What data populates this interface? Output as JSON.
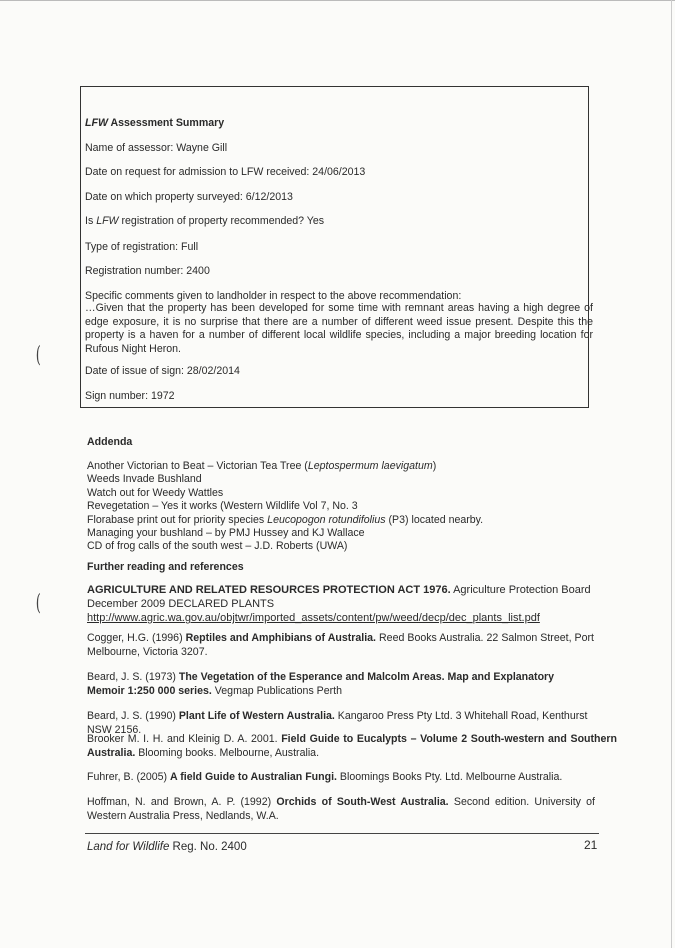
{
  "assessment": {
    "title_italic": "LFW",
    "title_rest": " Assessment Summary",
    "assessor": "Name of assessor: Wayne Gill",
    "date_request": "Date on request for admission to LFW received: 24/06/2013",
    "date_surveyed": "Date on which property surveyed: 6/12/2013",
    "recommended_pre": "Is ",
    "recommended_italic": "LFW",
    "recommended_post": " registration of property recommended? Yes",
    "type": "Type of registration: Full",
    "reg_number": "Registration number: 2400",
    "comments_heading": "Specific comments given to landholder in respect to the above recommendation:",
    "comments_body": "…Given that the property has been developed for some time with remnant areas having a high degree of edge exposure, it is no surprise that there are a number of different weed issue present. Despite this the property is a haven for a number of different local wildlife species, including a major breeding location for Rufous Night Heron.",
    "date_sign": "Date of issue of sign: 28/02/2014",
    "sign_number": "Sign number: 1972"
  },
  "addenda": {
    "heading": "Addenda",
    "items": [
      {
        "pre": "Another Victorian to Beat – Victorian Tea Tree (",
        "it": "Leptospermum laevigatum",
        "post": ")"
      },
      {
        "pre": "Weeds Invade Bushland",
        "it": "",
        "post": ""
      },
      {
        "pre": "Watch out for Weedy Wattles",
        "it": "",
        "post": ""
      },
      {
        "pre": "Revegetation – Yes it works (Western Wildlife Vol 7, No. 3",
        "it": "",
        "post": ""
      },
      {
        "pre": "Florabase print out for priority species ",
        "it": "Leucopogon rotundifolius",
        "post": " (P3) located nearby."
      },
      {
        "pre": "Managing your bushland – by PMJ Hussey and KJ Wallace",
        "it": "",
        "post": ""
      },
      {
        "pre": "CD of frog calls of the south west – J.D. Roberts (UWA)",
        "it": "",
        "post": ""
      }
    ]
  },
  "further": {
    "heading": "Further reading and references",
    "ref1": {
      "bold": "AGRICULTURE AND RELATED RESOURCES PROTECTION ACT 1976.",
      "rest": " Agriculture Protection Board",
      "line2": "December 2009 DECLARED PLANTS",
      "url": "http://www.agric.wa.gov.au/objtwr/imported_assets/content/pw/weed/decp/dec_plants_list.pdf"
    },
    "ref2": {
      "pre": "Cogger, H.G. (1996) ",
      "bold": "Reptiles and Amphibians of Australia.",
      "post": " Reed Books Australia. 22 Salmon Street, Port Melbourne, Victoria 3207."
    },
    "ref3": {
      "pre": "Beard, J. S. (1973) ",
      "bold": "The Vegetation of the Esperance and Malcolm Areas. Map and Explanatory Memoir 1:250 000 series.",
      "post": " Vegmap Publications Perth"
    },
    "ref4": {
      "pre": "Beard, J. S. (1990) ",
      "bold": "Plant Life of Western Australia.",
      "post": " Kangaroo Press Pty Ltd. 3 Whitehall Road, Kenthurst",
      "line2": "NSW 2156."
    },
    "ref5": {
      "pre": "Brooker M. I. H. and Kleinig D. A. 2001. ",
      "bold": "Field Guide to Eucalypts – Volume 2 South-western and Southern Australia.",
      "post": " Blooming books. Melbourne, Australia."
    },
    "ref6": {
      "pre": "Fuhrer, B. (2005) ",
      "bold": "A field Guide to Australian Fungi.",
      "post": " Bloomings Books Pty. Ltd. Melbourne Australia."
    },
    "ref7": {
      "pre": "Hoffman, N. and Brown, A. P. (1992) ",
      "bold": "Orchids of South-West Australia.",
      "post": " Second edition. University of Western Australia Press, Nedlands, W.A."
    }
  },
  "footer": {
    "italic": "Land for Wildlife",
    "rest": " Reg. No. 2400",
    "page": "21"
  },
  "margin_marks": {
    "bracket1": "(",
    "bracket2": "("
  }
}
